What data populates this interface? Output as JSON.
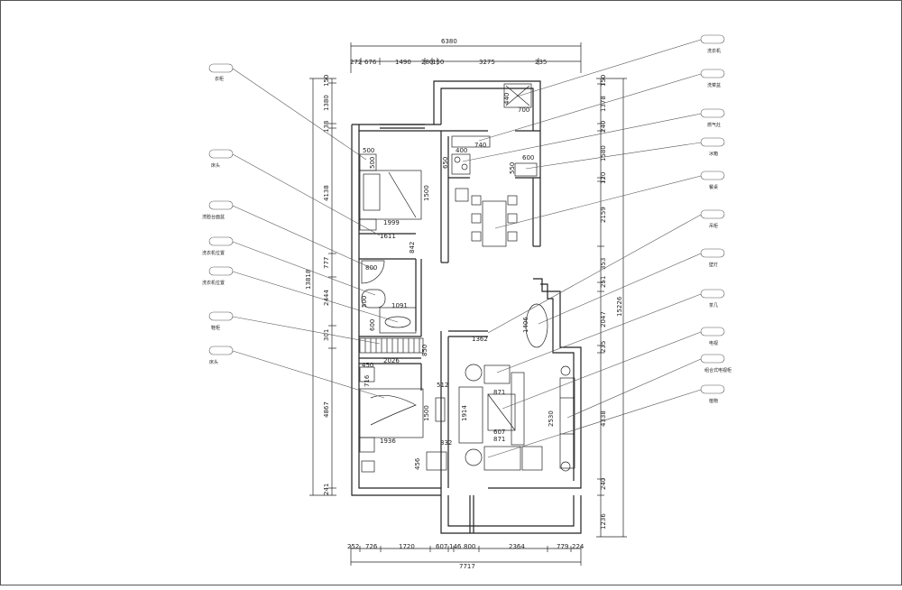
{
  "dimensions": {
    "top_total": "6380",
    "top_segments": [
      "272",
      "676",
      "1490",
      "280",
      "150",
      "3275",
      "235"
    ],
    "bottom_total": "7717",
    "bottom_segments": [
      "252",
      "726",
      "1720",
      "607",
      "146",
      "800",
      "2364",
      "779",
      "224"
    ],
    "left_total": "13818",
    "left_segments": [
      "150",
      "1380",
      "138",
      "4138",
      "777",
      "2444",
      "301",
      "4867",
      "241"
    ],
    "right_total": "15226",
    "right_segments": [
      "150",
      "1378",
      "240",
      "1580",
      "120",
      "2159",
      "353",
      "251",
      "2047",
      "235",
      "4338",
      "240",
      "1236"
    ],
    "interior": [
      "440",
      "700",
      "400",
      "740",
      "650",
      "600",
      "550",
      "500",
      "500",
      "1500",
      "1999",
      "1611",
      "842",
      "800",
      "500",
      "1091",
      "600",
      "850",
      "1362",
      "1406",
      "2026",
      "450",
      "716",
      "1500",
      "1936",
      "512",
      "1914",
      "607",
      "871",
      "871",
      "2530",
      "332",
      "456"
    ]
  },
  "labels": {
    "left": [
      "衣柜",
      "床头",
      "洗脸台面盆",
      "洗衣机位置",
      "洗衣机位置",
      "鞋柜",
      "床头"
    ],
    "right": [
      "洗衣机",
      "洗菜盆",
      "燃气灶",
      "冰箱",
      "餐桌",
      "吊柜",
      "壁灯",
      "茶几",
      "电视",
      "组合式电视柜",
      "植物"
    ]
  },
  "colors": {
    "line": "#222222",
    "leader": "#555555",
    "background": "#ffffff"
  }
}
